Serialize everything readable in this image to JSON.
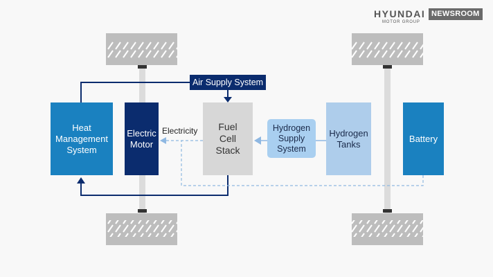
{
  "brand": {
    "logo_text": "HYUNDAI",
    "sub_text": "MOTOR GROUP",
    "newsroom_label": "NEWSROOM"
  },
  "diagram": {
    "air_supply_label": "Air Supply System",
    "heat_management_label": "Heat\nManagement\nSystem",
    "electric_motor_label": "Electric\nMotor",
    "electricity_label": "Electricity",
    "fuel_cell_stack_label": "Fuel\nCell\nStack",
    "hydrogen_supply_label": "Hydrogen\nSupply\nSystem",
    "hydrogen_tanks_label": "Hydrogen\nTanks",
    "battery_label": "Battery"
  },
  "colors": {
    "dark_navy": "#0b2c6e",
    "blue": "#1a81c0",
    "light_blue": "#a9cff0",
    "gray": "#d7d7d7",
    "dashed_line": "#8fb8e2"
  }
}
